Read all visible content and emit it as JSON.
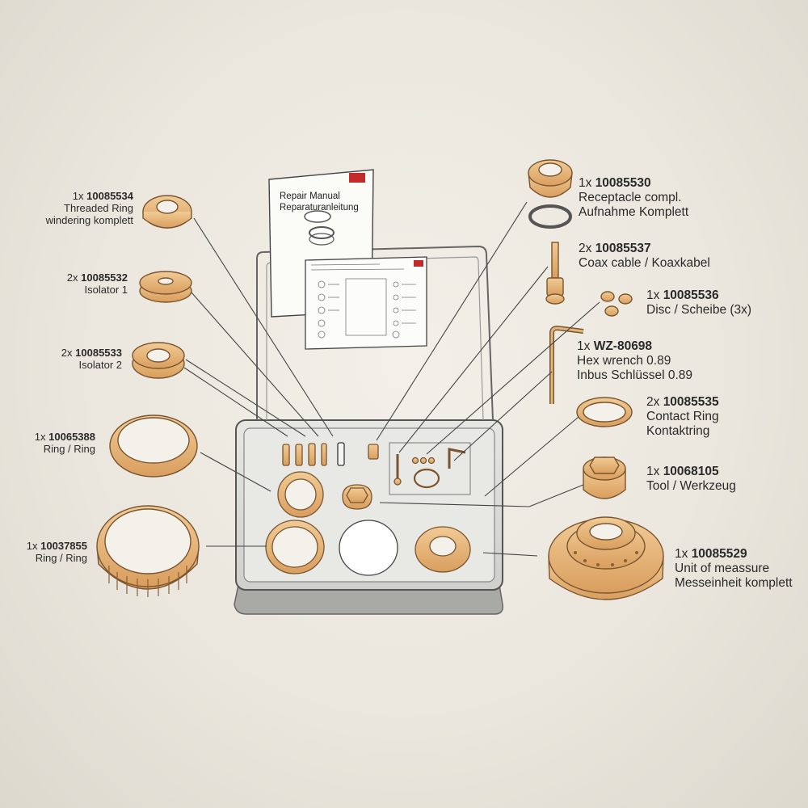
{
  "manual": {
    "title_en": "Repair Manual",
    "title_de": "Reparaturanleitung"
  },
  "parts_left": [
    {
      "qty": "1x",
      "number": "10085534",
      "line2": "Threaded Ring",
      "line3": "windering komplett"
    },
    {
      "qty": "2x",
      "number": "10085532",
      "line2": "Isolator 1",
      "line3": ""
    },
    {
      "qty": "2x",
      "number": "10085533",
      "line2": "Isolator 2",
      "line3": ""
    },
    {
      "qty": "1x",
      "number": "10065388",
      "line2": "Ring / Ring",
      "line3": ""
    },
    {
      "qty": "1x",
      "number": "10037855",
      "line2": "Ring / Ring",
      "line3": ""
    }
  ],
  "parts_right": [
    {
      "qty": "1x",
      "number": "10085530",
      "line2": "Receptacle compl.",
      "line3": "Aufnahme Komplett"
    },
    {
      "qty": "2x",
      "number": "10085537",
      "line2": "Coax cable / Koaxkabel",
      "line3": ""
    },
    {
      "qty": "1x",
      "number": "10085536",
      "line2": "Disc / Scheibe (3x)",
      "line3": ""
    },
    {
      "qty": "1x",
      "number": "WZ-80698",
      "line2": "Hex wrench 0.89",
      "line3": "Inbus Schlüssel 0.89"
    },
    {
      "qty": "2x",
      "number": "10085535",
      "line2": "Contact Ring",
      "line3": "Kontaktring"
    },
    {
      "qty": "1x",
      "number": "10068105",
      "line2": "Tool / Werkzeug",
      "line3": ""
    },
    {
      "qty": "1x",
      "number": "10085529",
      "line2": "Unit of meassure",
      "line3": "Messeinheit komplett"
    }
  ],
  "colors": {
    "part_fill": "#e3b47c",
    "part_stroke": "#7a5530",
    "outline": "#4a4a4a",
    "tray": "#d9d9d6",
    "tray_dark": "#9a9a98",
    "manual_red": "#c42a2a"
  }
}
